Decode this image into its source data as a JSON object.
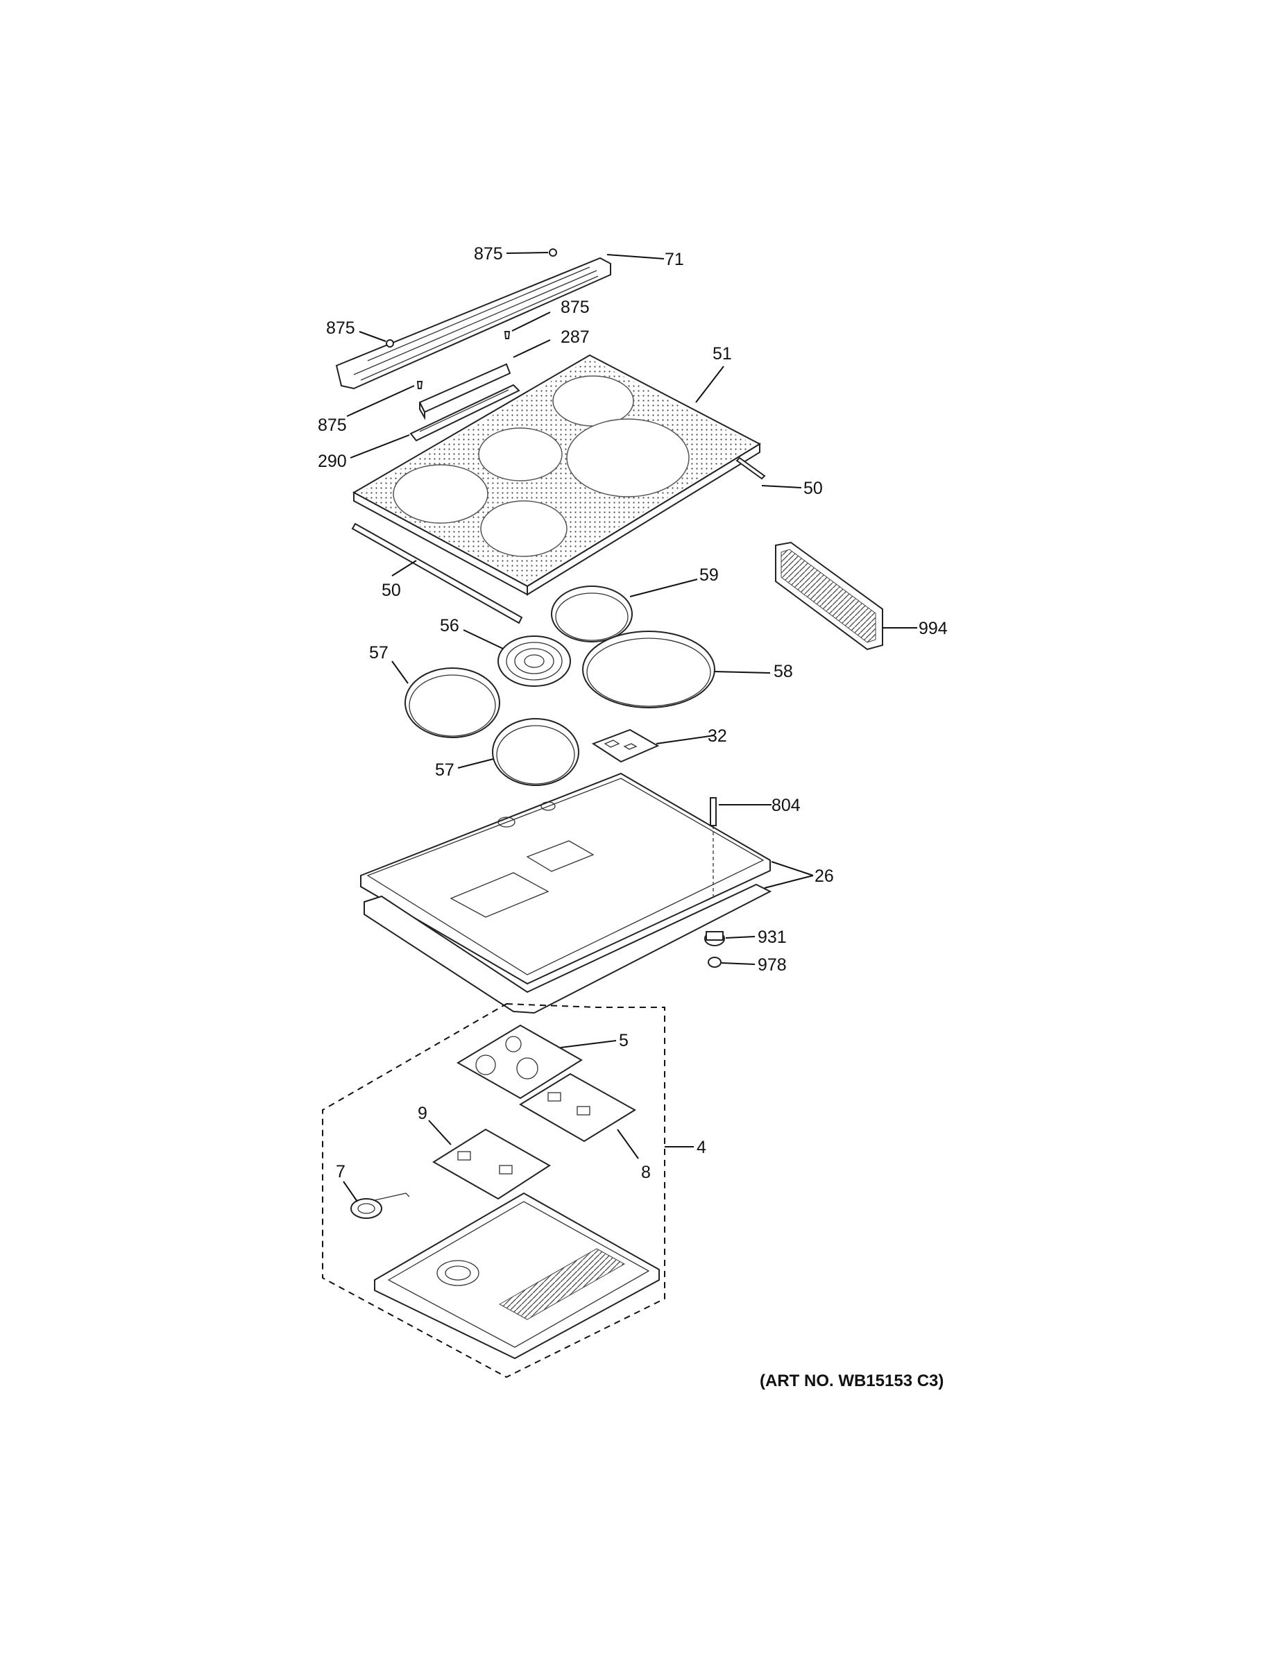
{
  "art_number": "(ART NO. WB15153 C3)",
  "callouts": [
    {
      "id": "c875a",
      "text": "875"
    },
    {
      "id": "c71",
      "text": "71"
    },
    {
      "id": "c875b",
      "text": "875"
    },
    {
      "id": "c875c",
      "text": "875"
    },
    {
      "id": "c287",
      "text": "287"
    },
    {
      "id": "c51",
      "text": "51"
    },
    {
      "id": "c875d",
      "text": "875"
    },
    {
      "id": "c290",
      "text": "290"
    },
    {
      "id": "c50a",
      "text": "50"
    },
    {
      "id": "c50b",
      "text": "50"
    },
    {
      "id": "c59",
      "text": "59"
    },
    {
      "id": "c994",
      "text": "994"
    },
    {
      "id": "c56",
      "text": "56"
    },
    {
      "id": "c57a",
      "text": "57"
    },
    {
      "id": "c58",
      "text": "58"
    },
    {
      "id": "c32",
      "text": "32"
    },
    {
      "id": "c57b",
      "text": "57"
    },
    {
      "id": "c804",
      "text": "804"
    },
    {
      "id": "c26",
      "text": "26"
    },
    {
      "id": "c931",
      "text": "931"
    },
    {
      "id": "c978",
      "text": "978"
    },
    {
      "id": "c5",
      "text": "5"
    },
    {
      "id": "c9",
      "text": "9"
    },
    {
      "id": "c4",
      "text": "4"
    },
    {
      "id": "c7",
      "text": "7"
    },
    {
      "id": "c8",
      "text": "8"
    }
  ]
}
